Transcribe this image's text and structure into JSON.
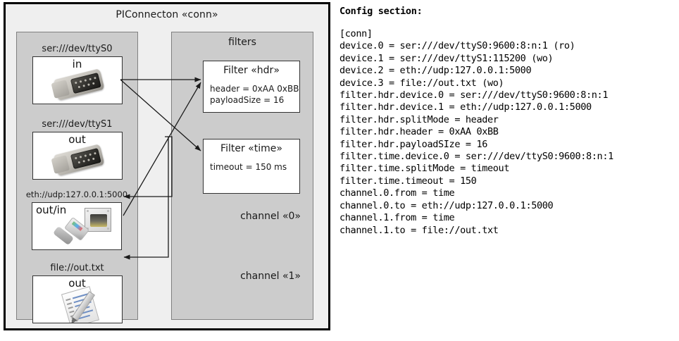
{
  "diagram": {
    "title": "PIConnecton «conn»",
    "devices_panel": {
      "items": [
        {
          "label": "ser:///dev/ttyS0",
          "direction": "in",
          "icon": "serial-port-db9-icon"
        },
        {
          "label": "ser:///dev/ttyS1",
          "direction": "out",
          "icon": "serial-port-db9-icon"
        },
        {
          "label": "eth://udp:127.0.0.1:5000",
          "direction": "out/in",
          "icon": "ethernet-rj45-icon"
        },
        {
          "label": "file://out.txt",
          "direction": "out",
          "icon": "text-document-icon"
        }
      ]
    },
    "filters_panel": {
      "title": "filters",
      "filters": [
        {
          "title": "Filter «hdr»",
          "props": [
            "header = 0xAA 0xBB",
            "payloadSize = 16"
          ]
        },
        {
          "title": "Filter «time»",
          "props": [
            "timeout = 150 ms"
          ]
        }
      ],
      "channels": [
        {
          "label": "channel «0»"
        },
        {
          "label": "channel «1»"
        }
      ]
    },
    "colors": {
      "frame_fill": "#efefef",
      "panel_fill": "#cccccc",
      "panel_border": "#808080",
      "box_fill": "#ffffff",
      "box_border": "#333333",
      "outline": "#000000",
      "connector": "#1a1a1a"
    }
  },
  "config": {
    "heading": "Config section:",
    "lines": [
      "[conn]",
      "device.0 = ser:///dev/ttyS0:9600:8:n:1 (ro)",
      "device.1 = ser:///dev/ttyS1:115200 (wo)",
      "device.2 = eth://udp:127.0.0.1:5000",
      "device.3 = file://out.txt (wo)",
      "filter.hdr.device.0 = ser:///dev/ttyS0:9600:8:n:1",
      "filter.hdr.device.1 = eth://udp:127.0.0.1:5000",
      "filter.hdr.splitMode = header",
      "filter.hdr.header = 0xAA 0xBB",
      "filter.hdr.payloadSIze = 16",
      "filter.time.device.0 = ser:///dev/ttyS0:9600:8:n:1",
      "filter.time.splitMode = timeout",
      "filter.time.timeout = 150",
      "channel.0.from = time",
      "channel.0.to = eth://udp:127.0.0.1:5000",
      "channel.1.from = time",
      "channel.1.to = file://out.txt"
    ]
  }
}
